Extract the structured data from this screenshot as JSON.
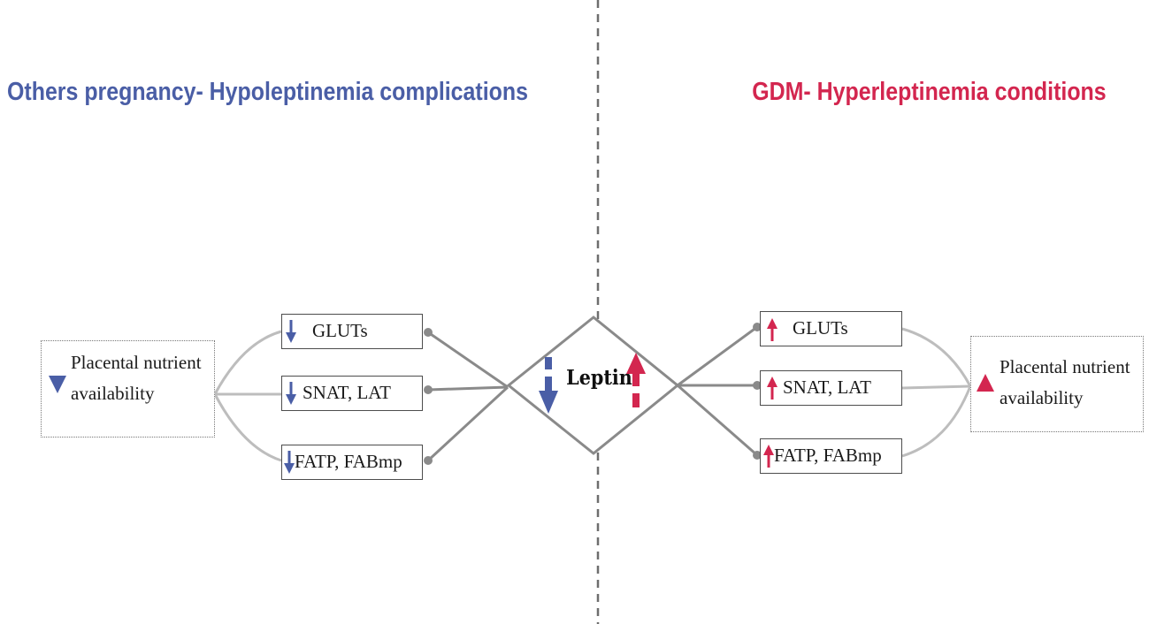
{
  "left": {
    "title": "Others pregnancy- Hypoleptinemia complications",
    "color": "#4a5ea6",
    "transporters": [
      "GLUTs",
      "SNAT, LAT",
      "FATP, FABmp"
    ],
    "outcome": [
      "Placental nutrient",
      "availability"
    ],
    "arrow": "down-arrow-icon"
  },
  "right": {
    "title": "GDM- Hyperleptinemia conditions",
    "color": "#d3264f",
    "transporters": [
      "GLUTs",
      "SNAT, LAT",
      "FATP, FABmp"
    ],
    "outcome": [
      "Placental nutrient",
      "availability"
    ],
    "arrow": "up-arrow-icon"
  },
  "center": {
    "label": "Leptin"
  }
}
